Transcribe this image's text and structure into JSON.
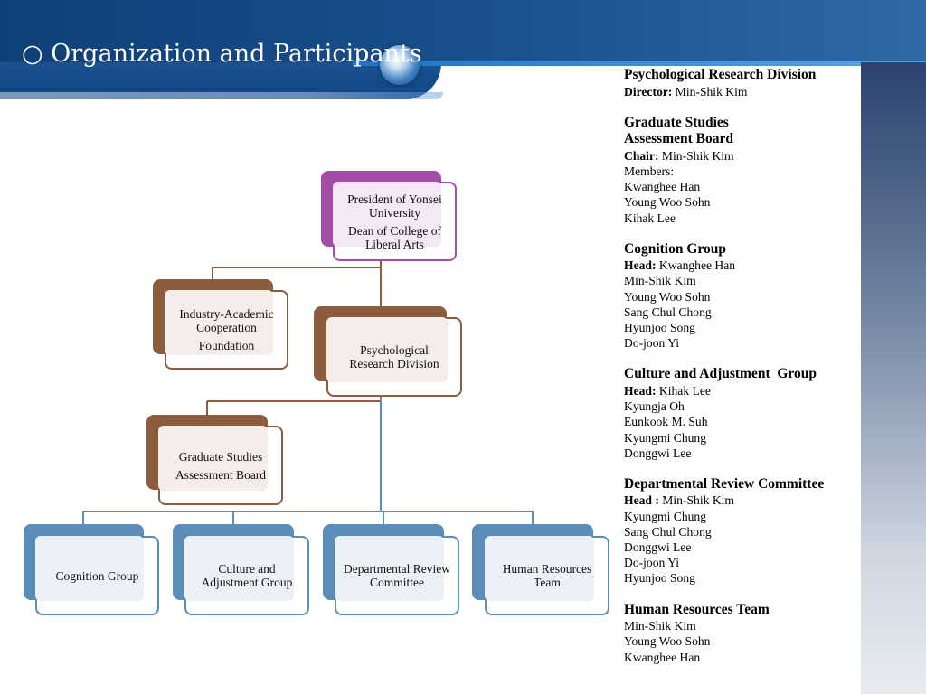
{
  "header": {
    "title": "○ Organization and Participants"
  },
  "org_chart": {
    "president": {
      "line1": "President of Yonsei University",
      "line2": "Dean of  College of Liberal Arts"
    },
    "industry": {
      "line1": "Industry-Academic Cooperation",
      "line2": "Foundation"
    },
    "psych_division": "Psychological Research Division",
    "grad_board": {
      "line1": "Graduate Studies",
      "line2": "Assessment Board"
    },
    "groups": [
      "Cognition Group",
      "Culture and Adjustment Group",
      "Departmental Review Committee",
      "Human Resources Team"
    ],
    "colors": {
      "purple": "#a44ca8",
      "brown": "#8c5d3d",
      "blue": "#5b8db8"
    }
  },
  "info": {
    "psych": {
      "title": "Psychological Research Division",
      "role_label": "Director:",
      "role_name": "Min-Shik Kim"
    },
    "grad": {
      "title_line1": "Graduate Studies",
      "title_line2": "Assessment Board",
      "role_label": "Chair:",
      "role_name": "Min-Shik Kim",
      "members_label": "Members:",
      "members": [
        "Kwanghee Han",
        "Young Woo Sohn",
        "Kihak Lee"
      ]
    },
    "cognition": {
      "title": "Cognition Group",
      "role_label": "Head:",
      "role_name": "Kwanghee Han",
      "members": [
        "Min-Shik Kim",
        "Young Woo Sohn",
        "Sang Chul Chong",
        "Hyunjoo Song",
        "Do-joon Yi"
      ]
    },
    "culture": {
      "title": "Culture and Adjustment  Group",
      "role_label": "Head:",
      "role_name": "Kihak Lee",
      "members": [
        "Kyungja Oh",
        "Eunkook M. Suh",
        "Kyungmi Chung",
        "Donggwi Lee"
      ]
    },
    "review": {
      "title": "Departmental Review Committee",
      "role_label": "Head :",
      "role_name": "Min-Shik Kim",
      "members": [
        "Kyungmi Chung",
        "Sang Chul Chong",
        "Donggwi Lee",
        "Do-joon Yi",
        "Hyunjoo Song"
      ]
    },
    "hr": {
      "title": "Human Resources Team",
      "members": [
        "Min-Shik Kim",
        "Young Woo Sohn",
        "Kwanghee Han"
      ]
    }
  }
}
